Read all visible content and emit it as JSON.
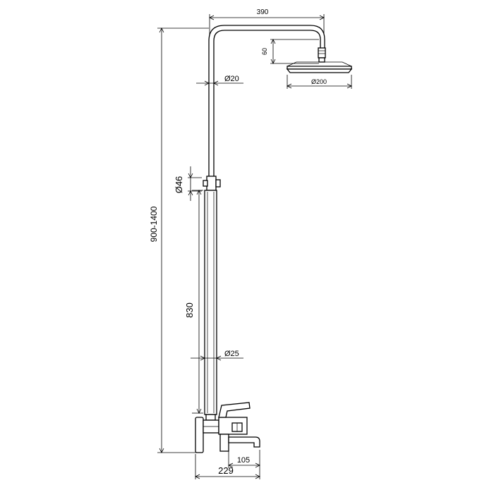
{
  "drawing": {
    "dimensions": {
      "head_arm_width": "390",
      "head_drop": "60",
      "head_diameter": "Ø200",
      "upper_pipe_diameter": "Ø20",
      "holder_diameter": "Ø46",
      "total_height": "900-1400",
      "lower_pipe_height": "830",
      "lower_pipe_diameter": "Ø25",
      "spout_length": "105",
      "mixer_depth": "229"
    }
  }
}
